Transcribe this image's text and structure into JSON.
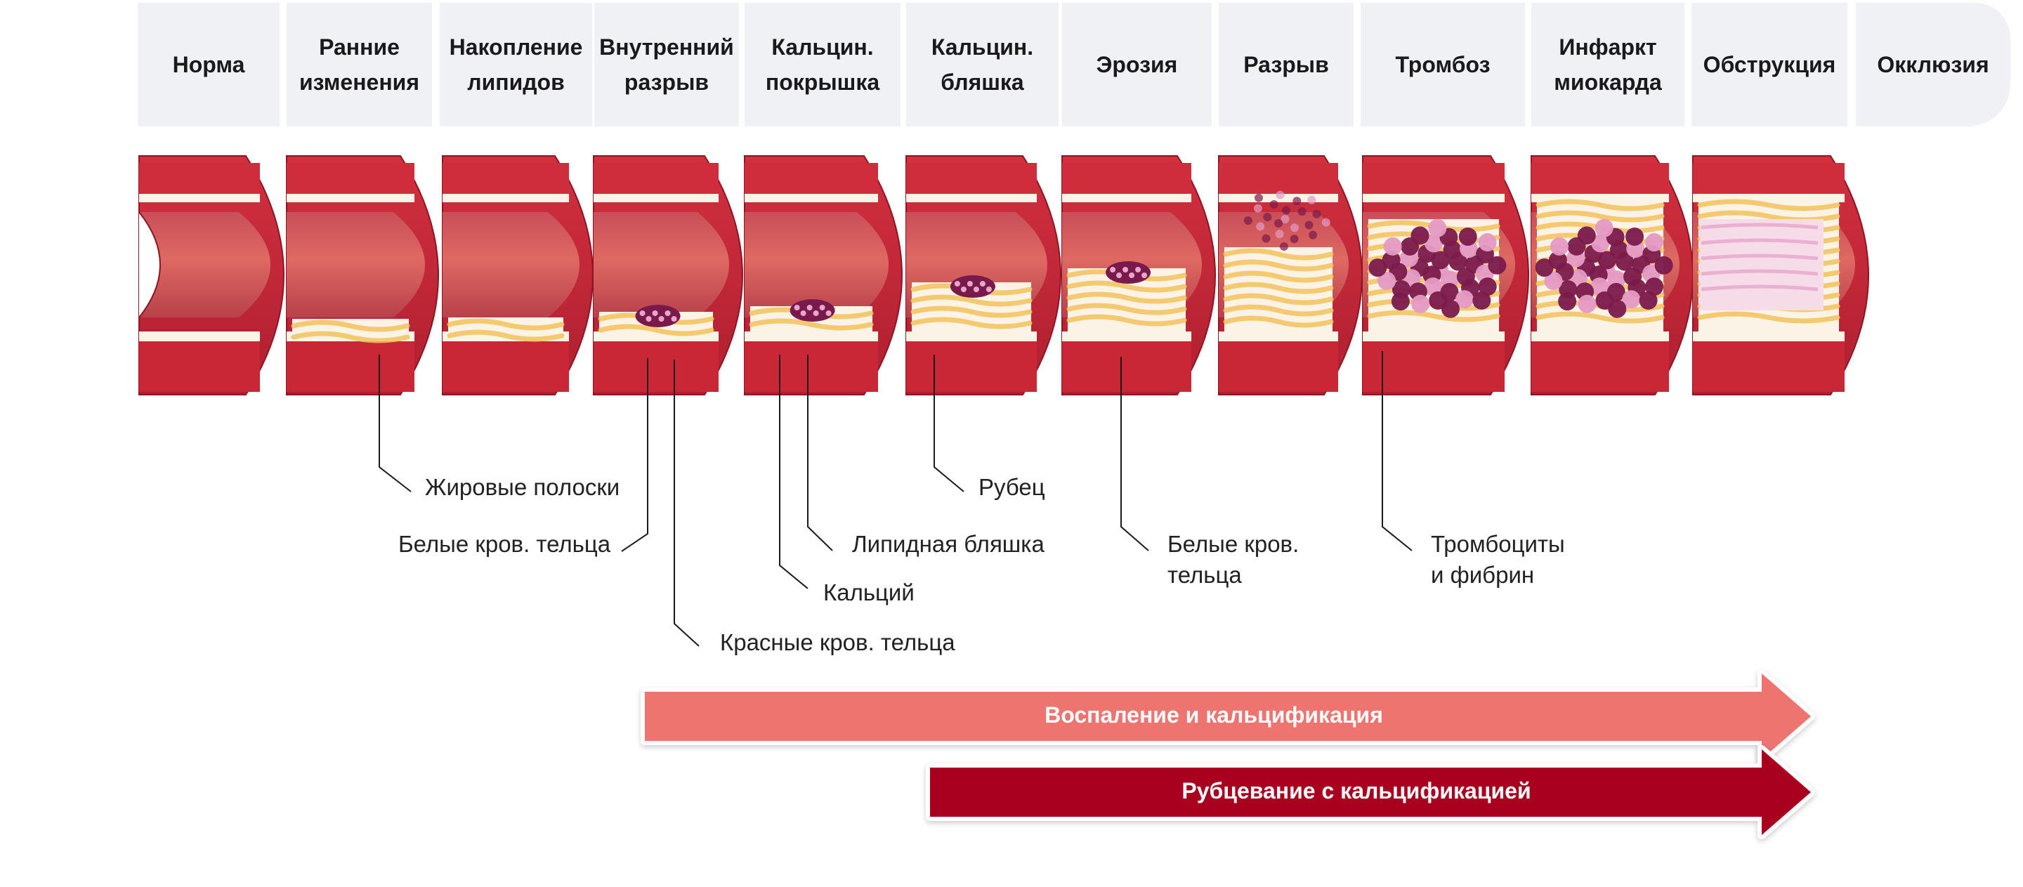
{
  "stages": [
    "Норма",
    "Ранние\nизменения",
    "Накопление\nлипидов",
    "Внутренний\nразрыв",
    "Кальцин.\nпокрышка",
    "Кальцин.\nбляшка",
    "Эрозия",
    "Разрыв",
    "Тромбоз",
    "Инфаркт\nмиокарда",
    "Обструкция",
    "Окклюзия"
  ],
  "callouts": [
    "Жировые полоски",
    "Белые кров. тельца",
    "Красные кров. тельца",
    "Кальций",
    "Липидная бляшка",
    "Рубец",
    "Белые кров.\nтельца",
    "Тромбоциты\nи фибрин"
  ],
  "bands": [
    {
      "label": "Воспаление и кальцификация",
      "color": "#ee7470"
    },
    {
      "label": "Рубцевание с кальцификацией",
      "color": "#a8001e"
    }
  ],
  "colors": {
    "header_bg": "#f0f1f5",
    "vessel_wall": "#c8283a",
    "vessel_dark": "#8f1525",
    "lumen": "#e06c64",
    "lipid": "#f2c15a",
    "fibrous": "#fbf3e6",
    "blood_cells": "#7a1a4c"
  }
}
